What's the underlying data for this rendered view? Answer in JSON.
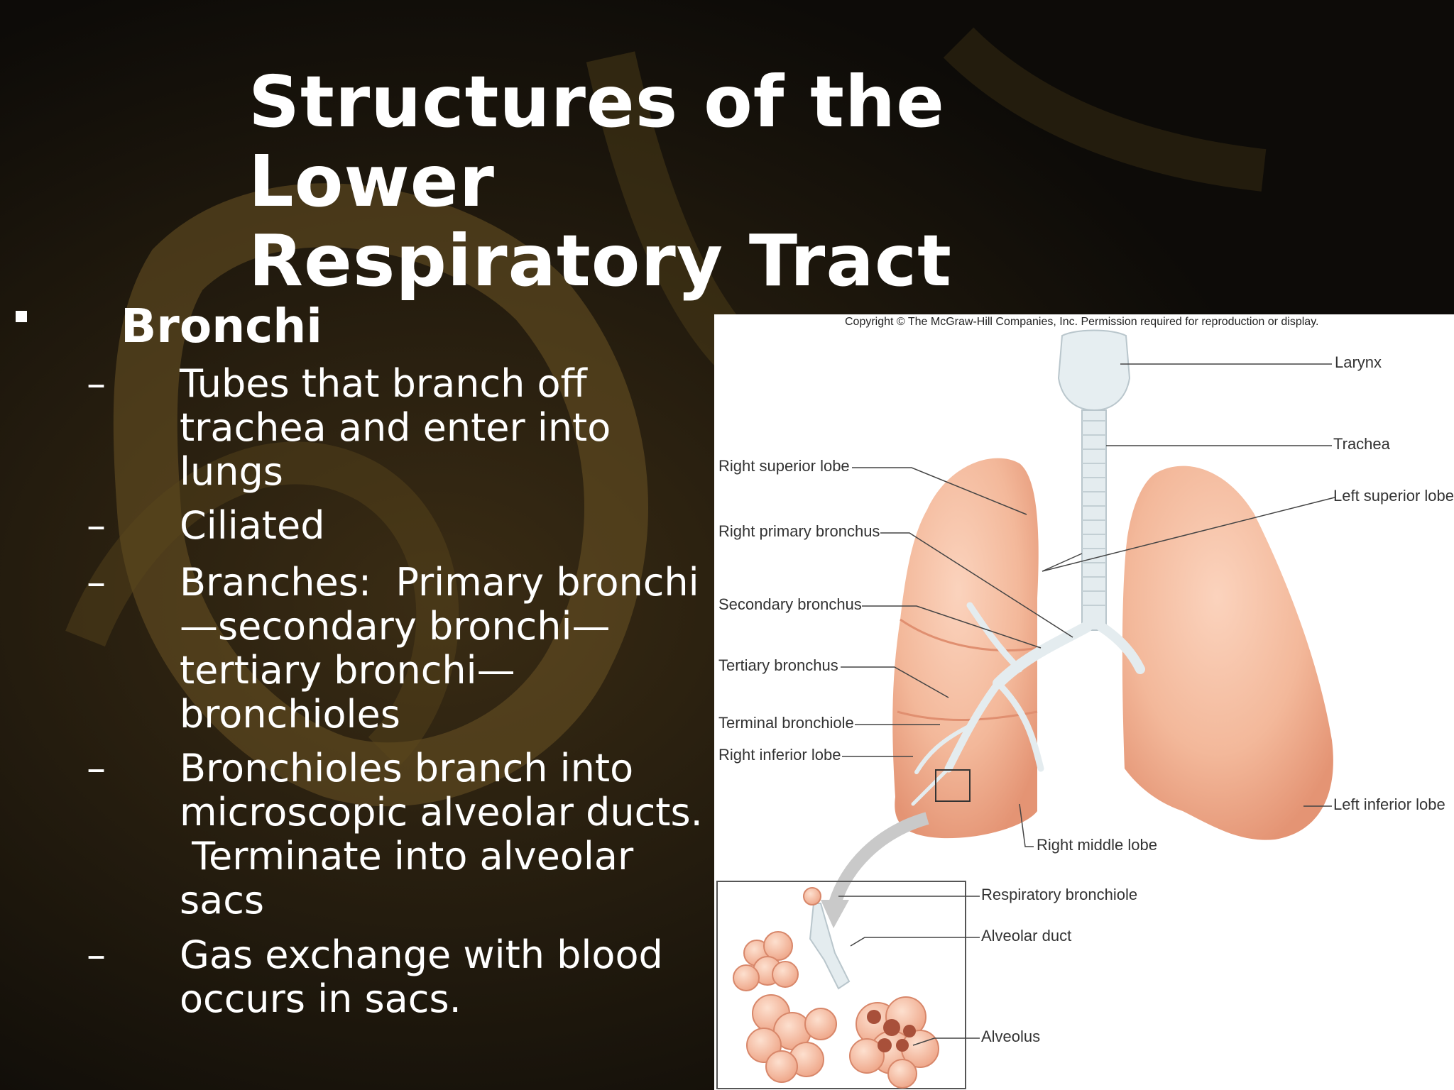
{
  "slide": {
    "title_line1": "Structures of the Lower",
    "title_line2": "Respiratory Tract",
    "bullet_main": "Bronchi",
    "sub_bullets": [
      {
        "lines": [
          "Tubes that branch off",
          "trachea and enter into",
          "lungs"
        ]
      },
      {
        "lines": [
          "Ciliated"
        ]
      },
      {
        "lines": [
          "Branches:  Primary bronchi",
          "—secondary bronchi—",
          "tertiary bronchi—",
          "bronchioles"
        ]
      },
      {
        "lines": [
          "Bronchioles branch into",
          "microscopic alveolar ducts.",
          " Terminate into alveolar",
          "sacs"
        ]
      },
      {
        "lines": [
          "Gas exchange with blood",
          "occurs in sacs."
        ]
      }
    ],
    "dash_symbol": "–"
  },
  "diagram": {
    "copyright": "Copyright © The McGraw-Hill Companies, Inc. Permission required for reproduction or display.",
    "labels": {
      "larynx": "Larynx",
      "trachea": "Trachea",
      "left_superior_lobe": "Left superior lobe",
      "right_superior_lobe": "Right superior lobe",
      "right_primary_bronchus": "Right primary bronchus",
      "secondary_bronchus": "Secondary bronchus",
      "tertiary_bronchus": "Tertiary bronchus",
      "terminal_bronchiole": "Terminal bronchiole",
      "right_inferior_lobe": "Right inferior lobe",
      "left_inferior_lobe": "Left inferior lobe",
      "right_middle_lobe": "Right middle lobe",
      "respiratory_bronchiole": "Respiratory bronchiole",
      "alveolar_duct": "Alveolar duct",
      "alveolus": "Alveolus"
    }
  },
  "colors": {
    "background": "#0d0b08",
    "text": "#ffffff",
    "lung": "#f3b89a",
    "lung_shadow": "#e59a7c",
    "airway": "#e4ecef"
  }
}
